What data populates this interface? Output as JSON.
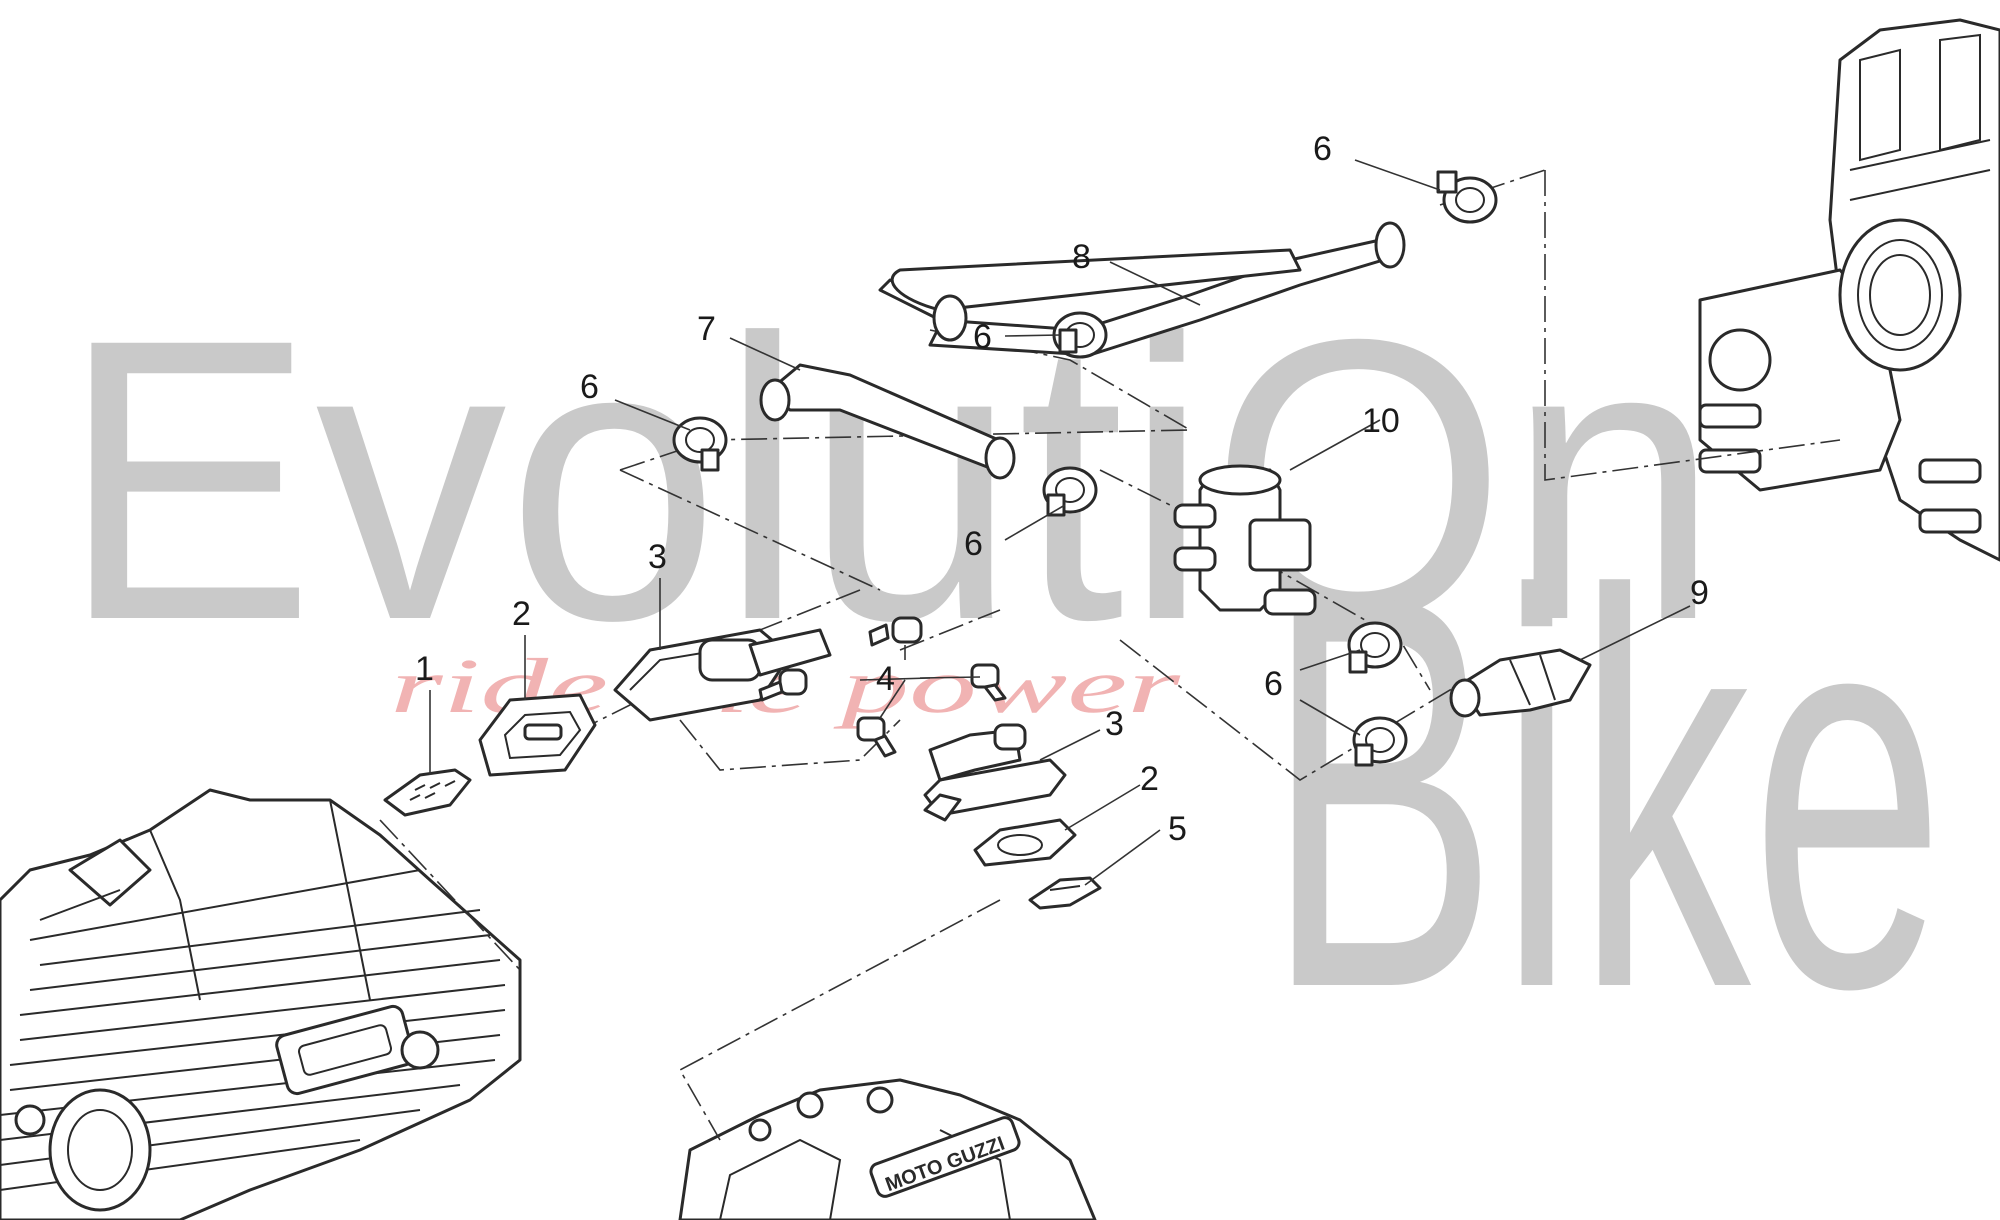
{
  "watermark": {
    "word1": "EvolutiOn",
    "word2": "Bike",
    "slogan": "ride the power",
    "color": "#c9c9c9",
    "slogan_color": "#f1b3b3"
  },
  "engine": {
    "brand_plate": "MOTO GUZZI"
  },
  "callouts": [
    {
      "id": "c1",
      "label": "1"
    },
    {
      "id": "c2a",
      "label": "2"
    },
    {
      "id": "c3a",
      "label": "3"
    },
    {
      "id": "c4",
      "label": "4"
    },
    {
      "id": "c3b",
      "label": "3"
    },
    {
      "id": "c2b",
      "label": "2"
    },
    {
      "id": "c5",
      "label": "5"
    },
    {
      "id": "c6a",
      "label": "6"
    },
    {
      "id": "c7",
      "label": "7"
    },
    {
      "id": "c6b",
      "label": "6"
    },
    {
      "id": "c8",
      "label": "8"
    },
    {
      "id": "c6c",
      "label": "6"
    },
    {
      "id": "c6d",
      "label": "6"
    },
    {
      "id": "c10",
      "label": "10"
    },
    {
      "id": "c9",
      "label": "9"
    },
    {
      "id": "c6e",
      "label": "6"
    },
    {
      "id": "c6f",
      "label": "6"
    }
  ]
}
